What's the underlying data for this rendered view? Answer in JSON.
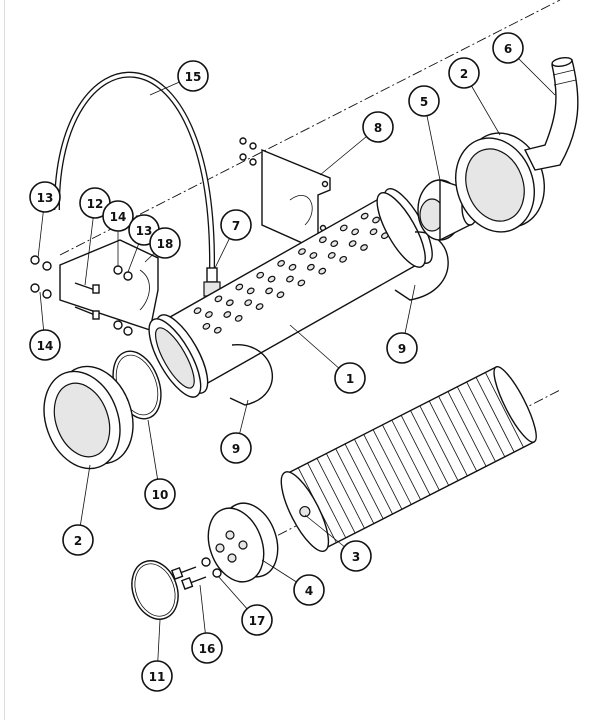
{
  "diagram": {
    "type": "exploded-parts-view",
    "callouts": [
      {
        "label": "15"
      },
      {
        "label": "6"
      },
      {
        "label": "2"
      },
      {
        "label": "5"
      },
      {
        "label": "8"
      },
      {
        "label": "13"
      },
      {
        "label": "12"
      },
      {
        "label": "14"
      },
      {
        "label": "13"
      },
      {
        "label": "18"
      },
      {
        "label": "7"
      },
      {
        "label": "14"
      },
      {
        "label": "9"
      },
      {
        "label": "1"
      },
      {
        "label": "9"
      },
      {
        "label": "10"
      },
      {
        "label": "2"
      },
      {
        "label": "3"
      },
      {
        "label": "4"
      },
      {
        "label": "17"
      },
      {
        "label": "16"
      },
      {
        "label": "11"
      }
    ]
  }
}
